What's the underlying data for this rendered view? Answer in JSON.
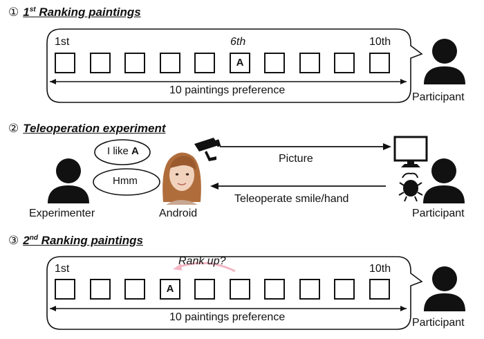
{
  "sections": [
    {
      "number": "①",
      "title": "1st Ranking paintings",
      "title_main": "1",
      "title_sup": "st",
      "title_rest": " Ranking paintings"
    },
    {
      "number": "②",
      "title": "Teleoperation experiment"
    },
    {
      "number": "③",
      "title": "2nd Ranking paintings",
      "title_main": "2",
      "title_sup": "nd",
      "title_rest": " Ranking paintings"
    }
  ],
  "ranking1": {
    "first_label": "1st",
    "sixth_label": "6th",
    "last_label": "10th",
    "marked_letter": "A",
    "preference_label": "10 paintings preference",
    "participant_label": "Participant"
  },
  "teleop": {
    "bubble1_prefix": "I like ",
    "bubble1_letter": "A",
    "bubble2": "Hmm",
    "experimenter_label": "Experimenter",
    "android_label": "Android",
    "picture_label": "Picture",
    "teleoperate_label": "Teleoperate smile/hand",
    "participant_label": "Participant"
  },
  "ranking2": {
    "first_label": "1st",
    "last_label": "10th",
    "rank_up_label": "Rank up?",
    "marked_letter": "A",
    "preference_label": "10 paintings preference",
    "participant_label": "Participant"
  },
  "colors": {
    "ink": "#111111",
    "rank_up_arrow": "#f3b6c4",
    "android_hair": "#b06d3c",
    "android_skin": "#f1d2bd"
  }
}
